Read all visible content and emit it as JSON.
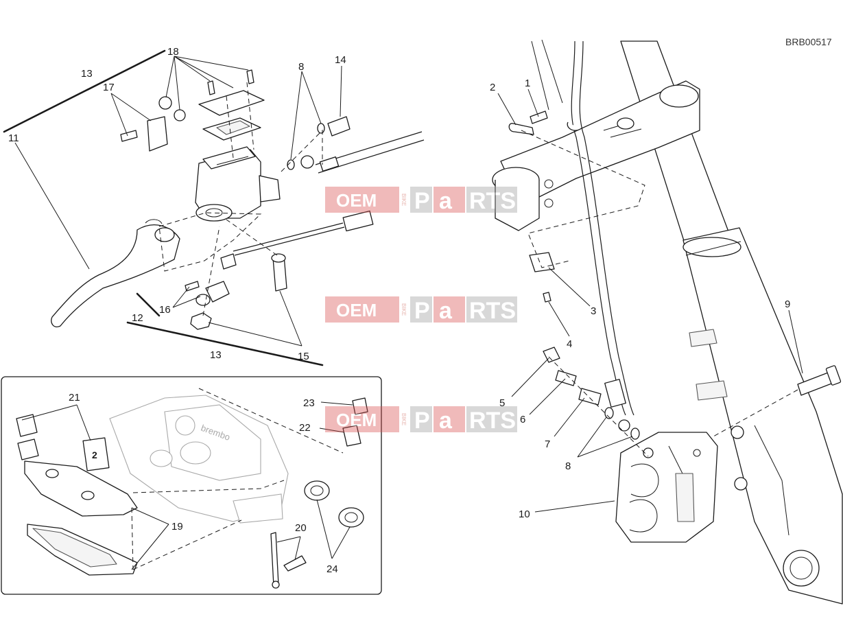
{
  "reference_code": "BRB00517",
  "callouts": [
    {
      "id": "c1",
      "label": "1"
    },
    {
      "id": "c2",
      "label": "2"
    },
    {
      "id": "c3",
      "label": "3"
    },
    {
      "id": "c4",
      "label": "4"
    },
    {
      "id": "c5",
      "label": "5"
    },
    {
      "id": "c6",
      "label": "6"
    },
    {
      "id": "c7",
      "label": "7"
    },
    {
      "id": "c8a",
      "label": "8"
    },
    {
      "id": "c8b",
      "label": "8"
    },
    {
      "id": "c9",
      "label": "9"
    },
    {
      "id": "c10",
      "label": "10"
    },
    {
      "id": "c11",
      "label": "11"
    },
    {
      "id": "c12",
      "label": "12"
    },
    {
      "id": "c13a",
      "label": "13"
    },
    {
      "id": "c13b",
      "label": "13"
    },
    {
      "id": "c14",
      "label": "14"
    },
    {
      "id": "c15",
      "label": "15"
    },
    {
      "id": "c16",
      "label": "16"
    },
    {
      "id": "c17",
      "label": "17"
    },
    {
      "id": "c18",
      "label": "18"
    },
    {
      "id": "c19",
      "label": "19"
    },
    {
      "id": "c20",
      "label": "20"
    },
    {
      "id": "c21",
      "label": "21"
    },
    {
      "id": "c22",
      "label": "22"
    },
    {
      "id": "c23",
      "label": "23"
    },
    {
      "id": "c24",
      "label": "24"
    }
  ],
  "watermark": {
    "left_text": "OEM",
    "middle_text": "BIKE",
    "right_p": "P",
    "right_a": "a",
    "right_rts": "RTS",
    "colors": {
      "red": "#d94c4c",
      "gray": "#9a9a9a"
    }
  },
  "caliper_logo_text": "brembo",
  "pad_marking": "2"
}
